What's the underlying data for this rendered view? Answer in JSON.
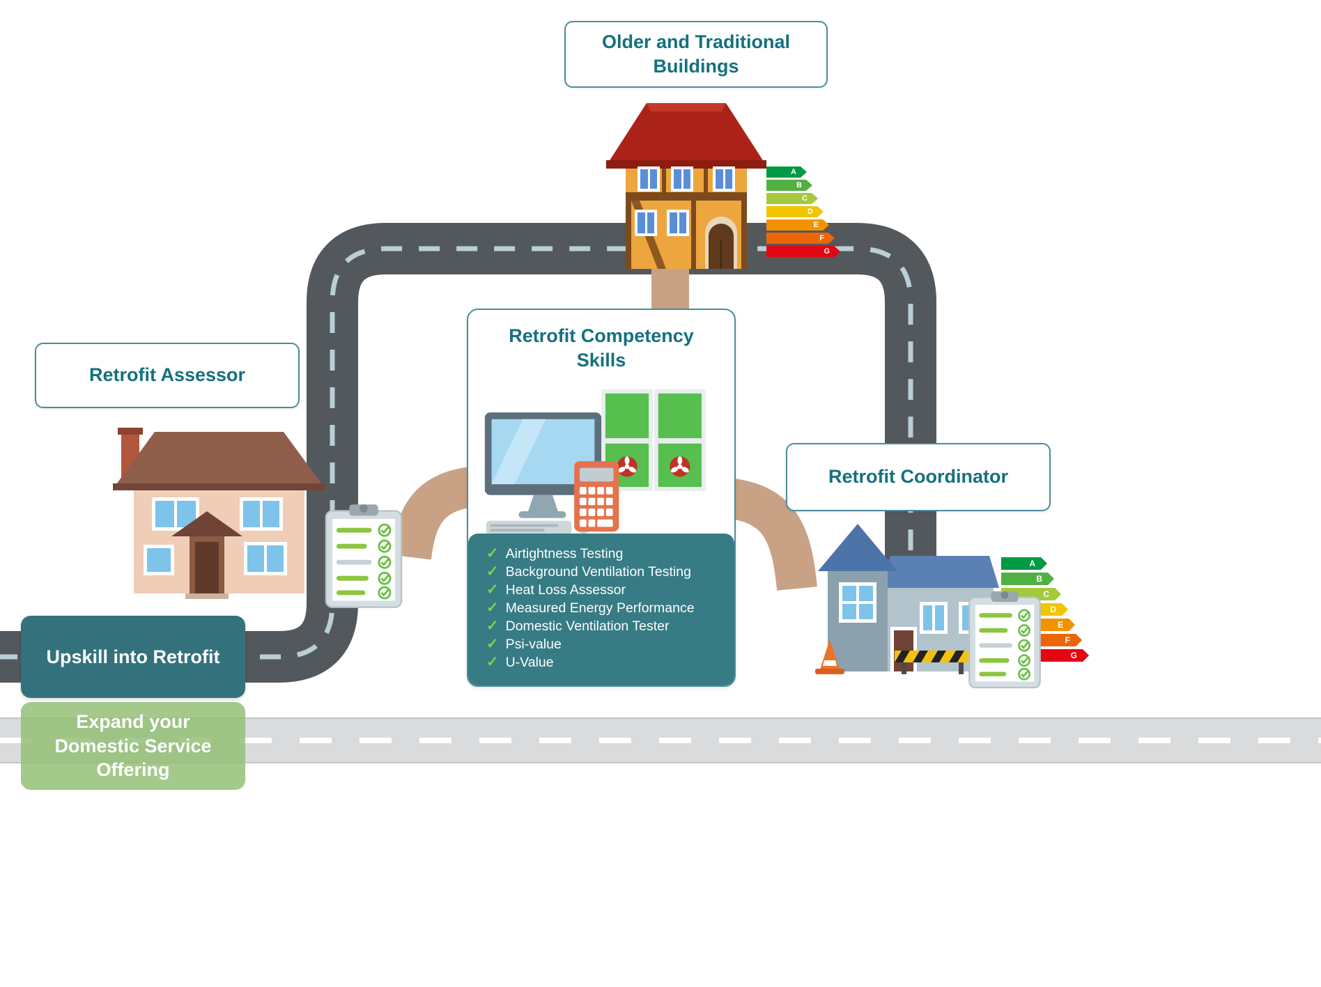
{
  "labels": {
    "older_buildings": "Older and Traditional Buildings",
    "retrofit_assessor": "Retrofit Assessor",
    "retrofit_coordinator": "Retrofit Coordinator"
  },
  "skills_card": {
    "title": "Retrofit Competency Skills",
    "items": [
      "Airtightness Testing",
      "Background Ventilation Testing",
      "Heat Loss Assessor",
      "Measured Energy Performance",
      "Domestic Ventilation Tester",
      "Psi-value",
      "U-Value"
    ]
  },
  "cta": {
    "upskill": "Upskill into Retrofit",
    "expand": "Expand your Domestic Service Offering"
  },
  "epc_scale": {
    "ratings": [
      "A",
      "B",
      "C",
      "D",
      "E",
      "F",
      "G"
    ],
    "colors": [
      "#009a44",
      "#52b043",
      "#a6c83d",
      "#f2c500",
      "#f39200",
      "#ec6608",
      "#e30613"
    ]
  },
  "icons": {
    "check": "✓"
  },
  "theme": {
    "teal": "#15707f",
    "panel_teal": "#377b85",
    "button_green": "#90bd71",
    "road_dark": "#53585d",
    "road_dash": "#b9ced5",
    "path_tan": "#c9a285"
  }
}
